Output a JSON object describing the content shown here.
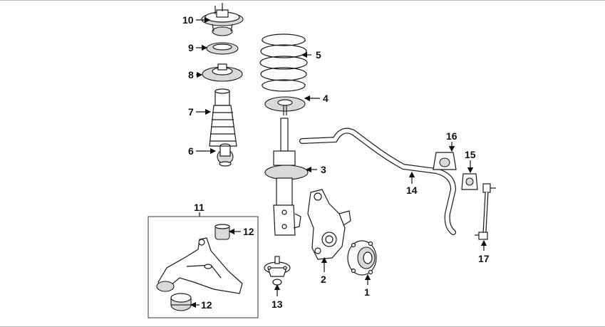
{
  "callouts": {
    "c1": "1",
    "c2": "2",
    "c3": "3",
    "c4": "4",
    "c5": "5",
    "c6": "6",
    "c7": "7",
    "c8": "8",
    "c9": "9",
    "c10": "10",
    "c11": "11",
    "c12a": "12",
    "c12b": "12",
    "c13": "13",
    "c14": "14",
    "c15": "15",
    "c16": "16",
    "c17": "17"
  }
}
